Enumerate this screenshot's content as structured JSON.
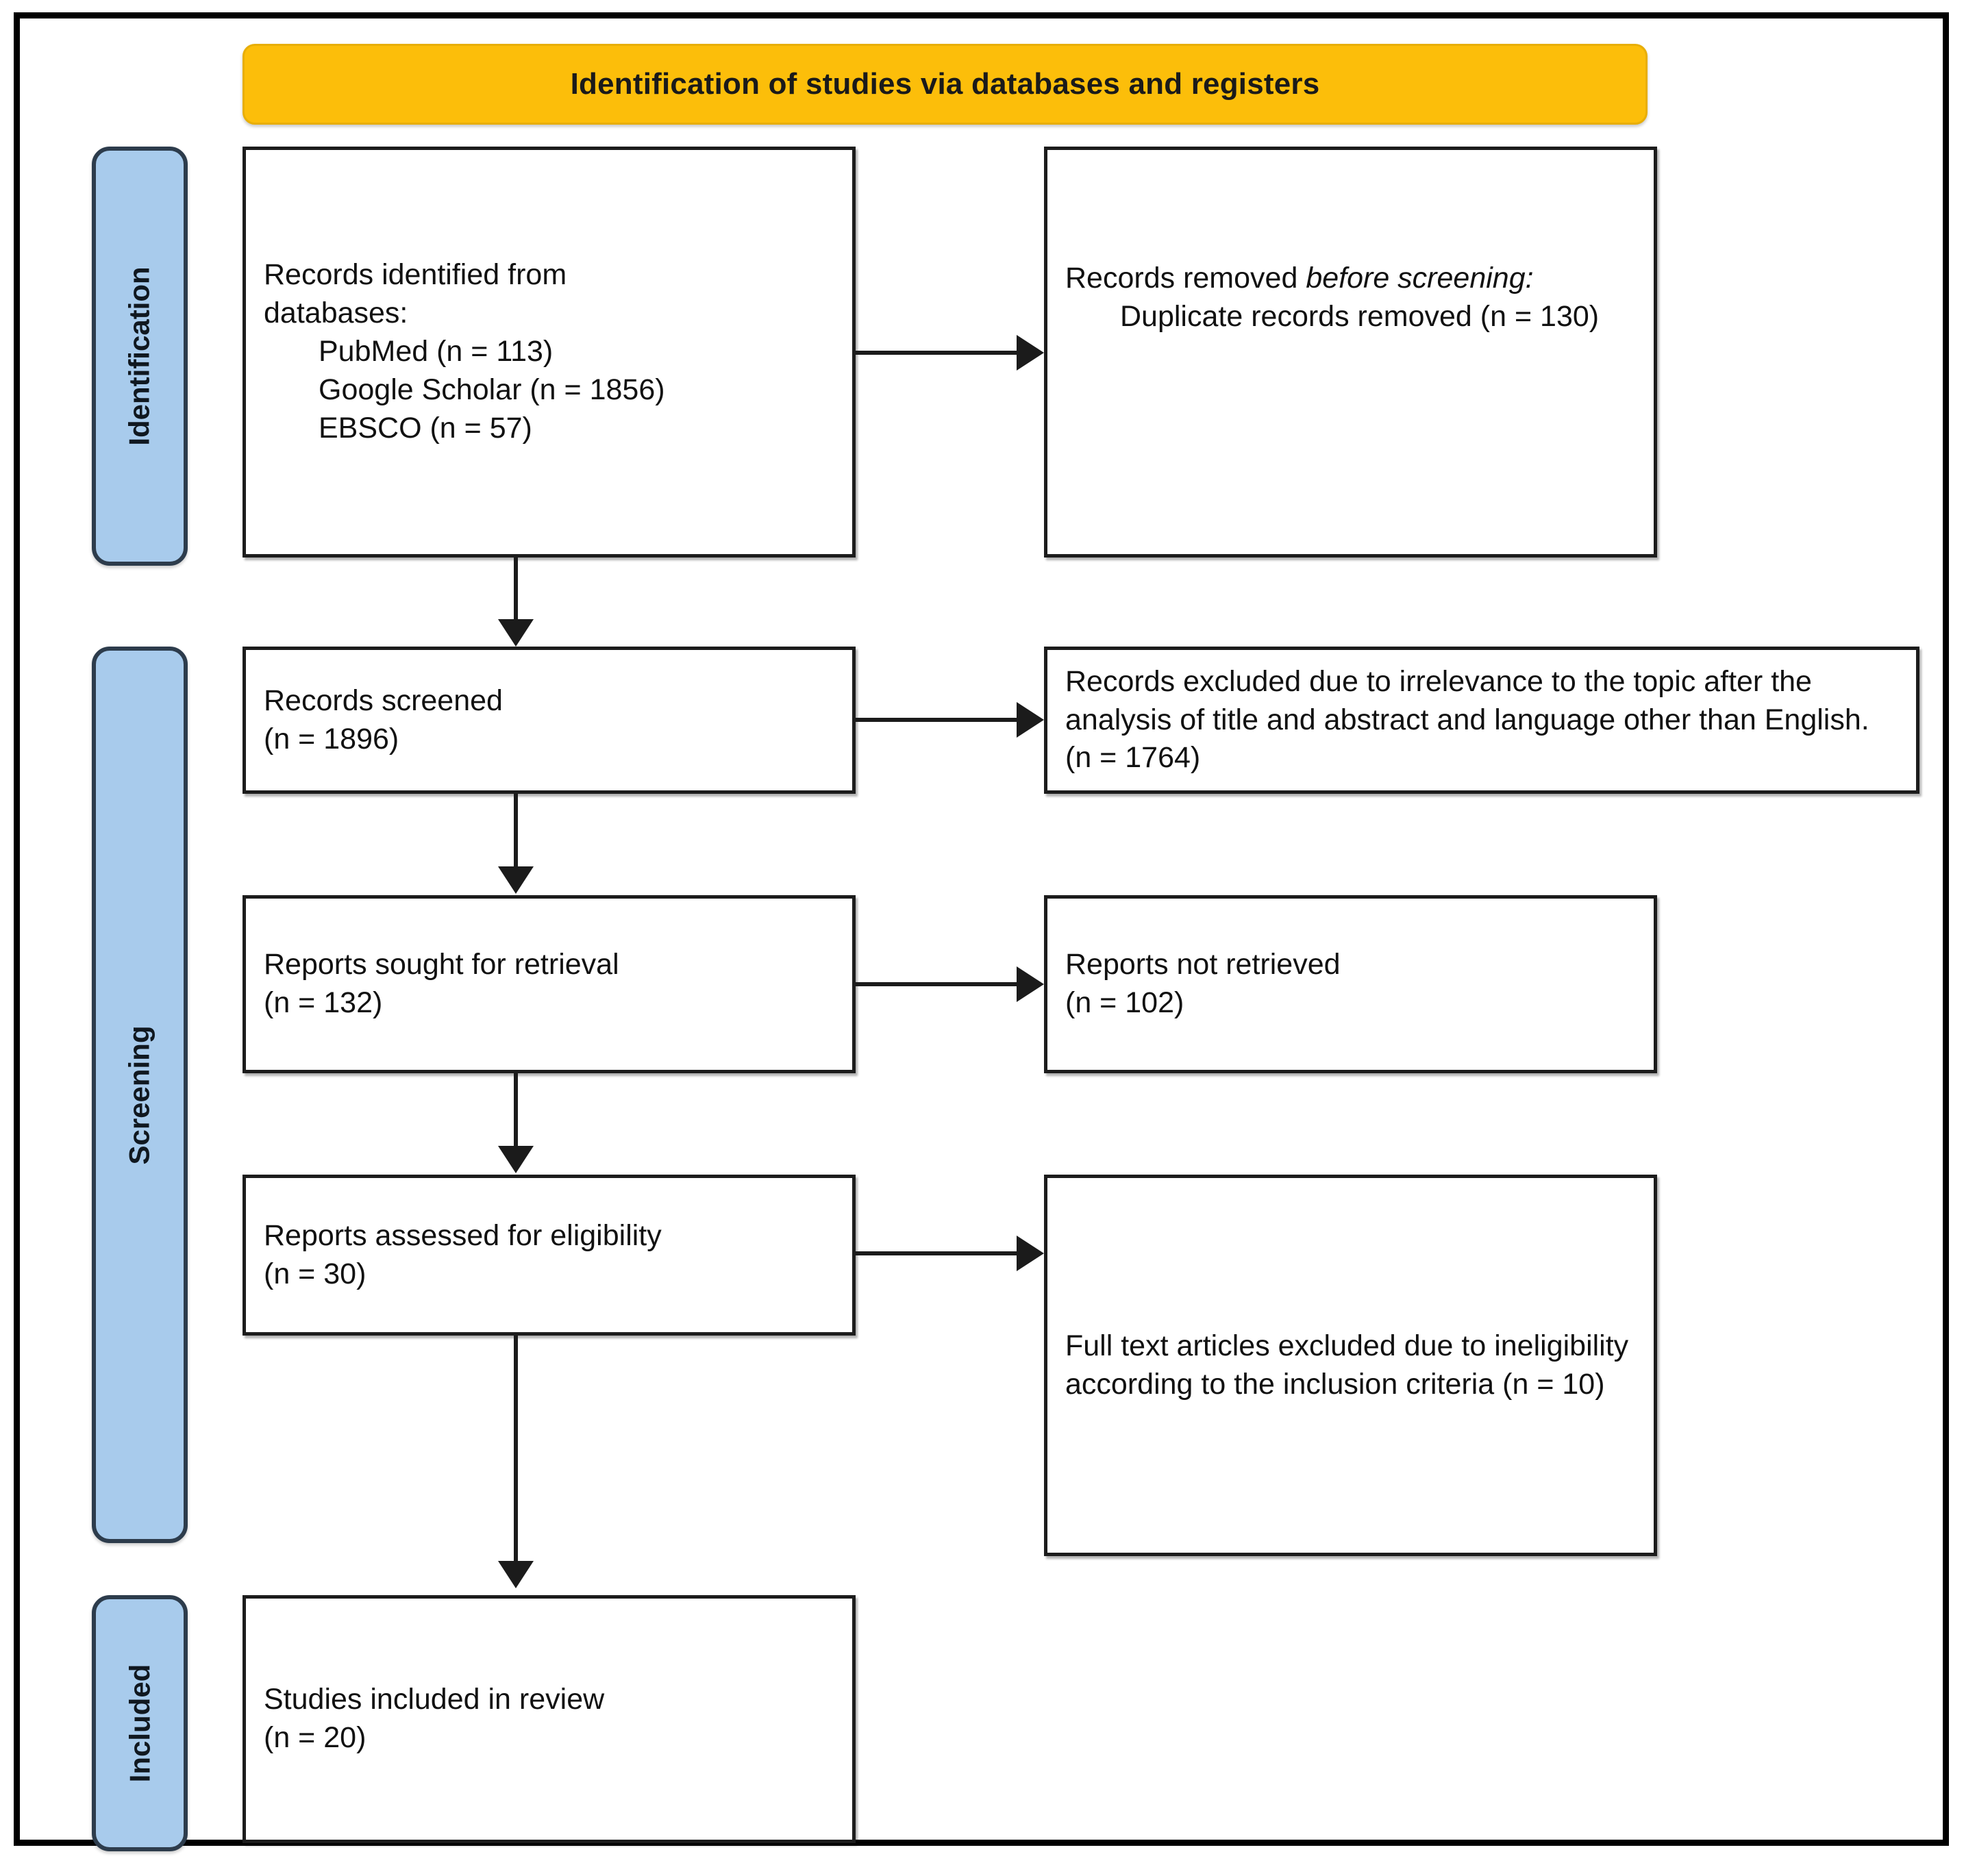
{
  "colors": {
    "banner_bg": "#FCBE0A",
    "sidetab_bg": "#A8CBEC",
    "sidetab_border": "#2D3C4C",
    "box_border": "#1C1C1C",
    "text": "#111111",
    "frame": "#000000"
  },
  "banner": {
    "title": "Identification of studies via databases and registers"
  },
  "stages": [
    {
      "id": "identification",
      "label": "Identification"
    },
    {
      "id": "screening",
      "label": "Screening"
    },
    {
      "id": "included",
      "label": "Included"
    }
  ],
  "boxes": {
    "records_identified": {
      "line1": "Records identified from",
      "line2": "databases:",
      "items": [
        "PubMed (n = 113)",
        "Google Scholar (n = 1856)",
        "EBSCO (n = 57)"
      ]
    },
    "records_removed": {
      "lead_plain": "Records removed ",
      "lead_italic": "before screening",
      "lead_colon": ":",
      "items": [
        "Duplicate records removed (n = 130)"
      ]
    },
    "records_screened": {
      "line1": "Records screened",
      "line2": "(n = 1896)"
    },
    "records_excluded": {
      "text": "Records excluded due to irrelevance to the topic after the analysis of title and abstract and language other than English. (n = 1764)"
    },
    "reports_sought": {
      "line1": "Reports sought for retrieval",
      "line2": "(n = 132)"
    },
    "reports_not_retrieved": {
      "line1": "Reports not retrieved",
      "line2": "(n = 102)"
    },
    "reports_assessed": {
      "line1": "Reports assessed for eligibility",
      "line2": "(n = 30)"
    },
    "fulltext_excluded": {
      "text": "Full text articles excluded due to ineligibility according to the inclusion criteria (n = 10)"
    },
    "studies_included": {
      "line1": "Studies included in review",
      "line2": "(n = 20)"
    }
  },
  "counts": {
    "pubmed": 113,
    "google_scholar": 1856,
    "ebsco": 57,
    "duplicates_removed": 130,
    "records_screened": 1896,
    "records_excluded": 1764,
    "reports_sought": 132,
    "reports_not_retrieved": 102,
    "reports_assessed": 30,
    "fulltext_excluded": 10,
    "studies_included": 20
  }
}
